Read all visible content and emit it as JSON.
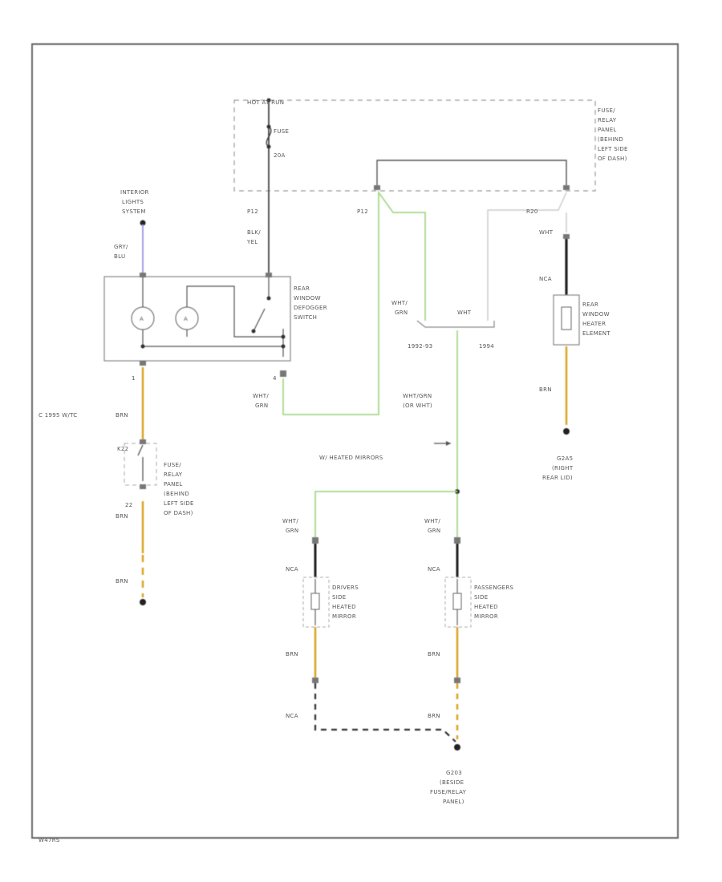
{
  "colors": {
    "frame": "#555555",
    "wire_black": "#333333",
    "wire_brown": "#d9a520",
    "wire_green": "#a6d98a",
    "wire_gray": "#cccccc",
    "wire_blue": "#9b93e0",
    "wire_black_heavy": "#222222"
  },
  "footer_code": "W47RS",
  "fuse_box": {
    "hot_at": "HOT AT RUN",
    "fuse_label": "FUSE",
    "fuse_rating": "20A",
    "panel_label": [
      "FUSE/",
      "RELAY",
      "PANEL",
      "(BEHIND",
      "LEFT SIDE",
      "OF DASH)"
    ]
  },
  "interior_lights": [
    "INTERIOR",
    "LIGHTS",
    "SYSTEM"
  ],
  "switch": {
    "label": [
      "REAR",
      "WINDOW",
      "DEFOGGER",
      "SWITCH"
    ],
    "pin_left": "1",
    "pin_right": "4"
  },
  "wires": {
    "gry_blu": [
      "GRY/",
      "BLU"
    ],
    "blk_yel": [
      "BLK/",
      "YEL"
    ],
    "p12_left": "P12",
    "p12_right": "P12",
    "wht_grn_switch": [
      "WHT/",
      "GRN"
    ],
    "wht_grn_split": [
      "WHT/",
      "GRN"
    ],
    "wht_split": "WHT",
    "wht_heater": "WHT",
    "brn_switch": "BRN",
    "brn_lower": "BRN",
    "brn_lower2": "BRN",
    "brn_heater": "BRN",
    "relay_pin": "22",
    "relay_pin_top": "R20",
    "k22": "K22",
    "nca_heater": "NCA",
    "wht_grn_or_wht": [
      "WHT/GRN",
      "(OR WHT)"
    ],
    "heated_mirrors": "W/ HEATED MIRRORS",
    "y_1992_93": "1992-93",
    "y_1994": "1994",
    "c_1995_note": "C  1995  W/TC",
    "wht_grn_drv": [
      "WHT/",
      "GRN"
    ],
    "wht_grn_pass": [
      "WHT/",
      "GRN"
    ],
    "nca_drv": "NCA",
    "nca_pass": "NCA",
    "brn_drv": "BRN",
    "brn_pass": "BRN",
    "nca_ground": "NCA",
    "brn_ground": "BRN"
  },
  "relay_panel_label": [
    "FUSE/",
    "RELAY",
    "PANEL",
    "(BEHIND",
    "LEFT SIDE",
    "OF DASH)"
  ],
  "rear_heater": [
    "REAR",
    "WINDOW",
    "HEATER",
    "ELEMENT"
  ],
  "ground_right": [
    "G2A5",
    "(RIGHT",
    "REAR LID)"
  ],
  "drivers_mirror": [
    "DRIVERS",
    "SIDE",
    "HEATED",
    "MIRROR"
  ],
  "passengers_mirror": [
    "PASSENGERS",
    "SIDE",
    "HEATED",
    "MIRROR"
  ],
  "ground_bottom": [
    "G203",
    "(BESIDE",
    "FUSE/RELAY",
    "PANEL)"
  ]
}
